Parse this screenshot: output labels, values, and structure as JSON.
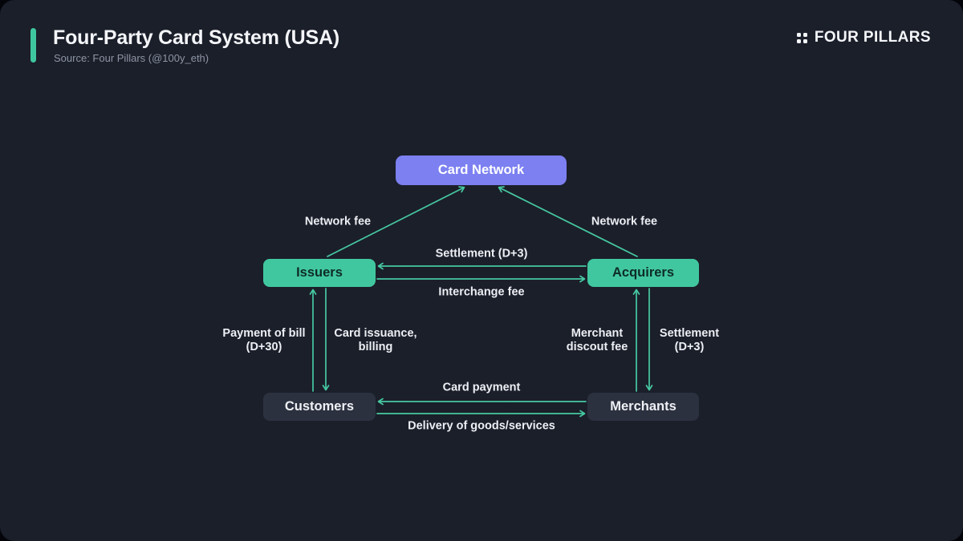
{
  "header": {
    "title": "Four-Party Card System (USA)",
    "source": "Source: Four Pillars (@100y_eth)",
    "brand": "FOUR PILLARS"
  },
  "colors": {
    "background": "#1b1f2a",
    "accent_teal": "#3ec79e",
    "card_network_bg": "#7c80f0",
    "party_node_bg": "#41c79f",
    "neutral_node_bg": "#2c3140",
    "arrow": "#46c9a2",
    "label_text": "#edeff4"
  },
  "nodes": {
    "card_network": "Card Network",
    "issuers": "Issuers",
    "acquirers": "Acquirers",
    "customers": "Customers",
    "merchants": "Merchants"
  },
  "edges": {
    "network_fee_left": "Network fee",
    "network_fee_right": "Network fee",
    "settlement_top": "Settlement (D+3)",
    "interchange_fee": "Interchange fee",
    "payment_of_bill": "Payment of bill\n(D+30)",
    "card_issuance": "Card issuance,\nbilling",
    "merchant_discount_fee": "Merchant\ndiscout fee",
    "settlement_right": "Settlement\n(D+3)",
    "card_payment": "Card payment",
    "delivery": "Delivery of goods/services"
  }
}
